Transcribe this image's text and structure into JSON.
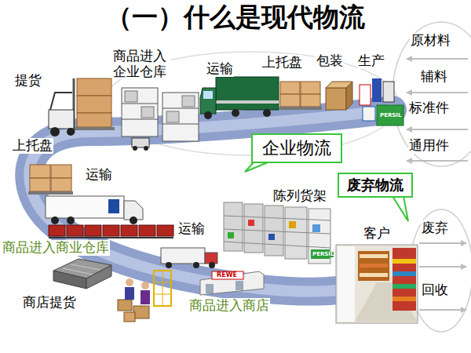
{
  "diagram": {
    "title": "（一）什么是现代物流",
    "nodes": [
      {
        "text": [
          "企业物流"
        ]
      },
      {
        "text": [
          "废弃物流"
        ]
      }
    ],
    "labels": [
      "原材料",
      "辅料",
      "标准件",
      "通用件",
      "生产",
      "包装",
      "上托盘",
      "运输",
      "商品进入 企业仓库",
      "提货",
      "上托盘",
      "运输",
      "陈列货架",
      "运输",
      "商品进入商业仓库",
      "客户",
      "废弃",
      "回收",
      "商店提货",
      "商品进入商店",
      "REWE",
      "PERSIL",
      "PERSIL"
    ]
  }
}
